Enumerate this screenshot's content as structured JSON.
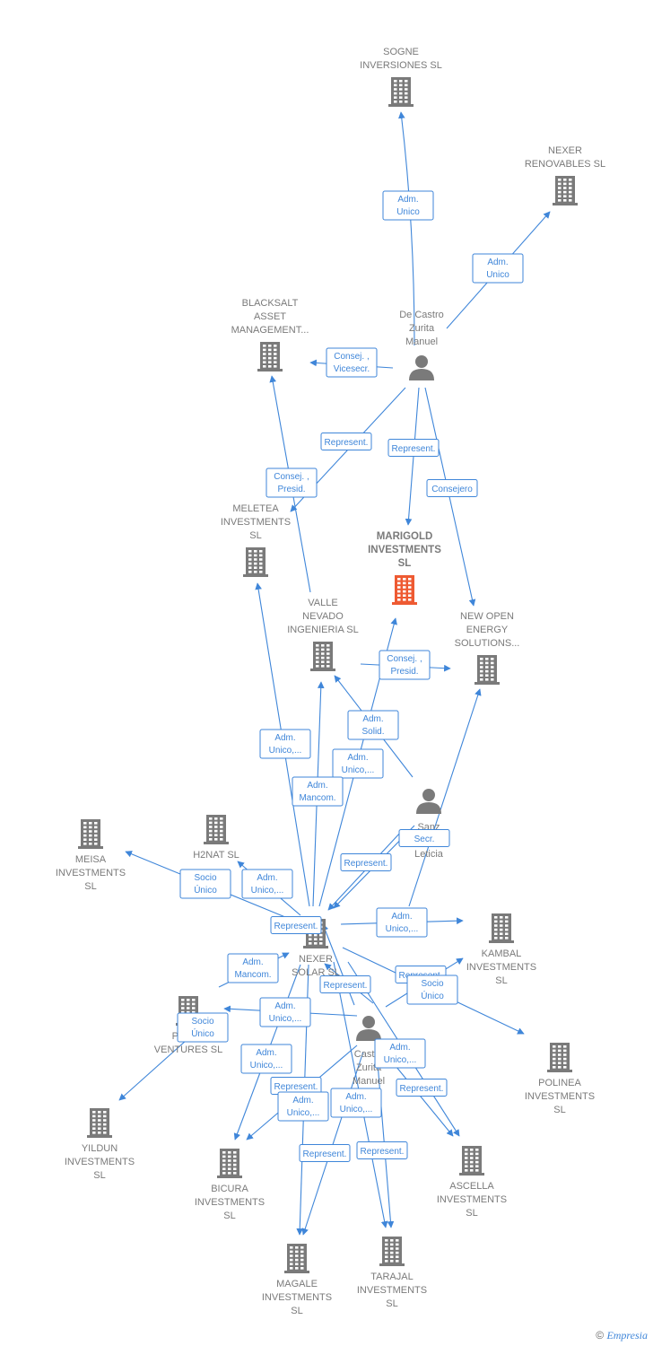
{
  "colors": {
    "edge": "#3f86d9",
    "company": "#7a7a7a",
    "company_main": "#ee5a32",
    "person": "#7a7a7a",
    "text": "#7a7a7a"
  },
  "nodes": [
    {
      "id": "sogne",
      "type": "company",
      "lines": [
        "SOGNE",
        "INVERSIONES SL"
      ]
    },
    {
      "id": "nexer_renovables",
      "type": "company",
      "lines": [
        "NEXER",
        "RENOVABLES SL"
      ]
    },
    {
      "id": "blacksalt",
      "type": "company",
      "lines": [
        "BLACKSALT",
        "ASSET",
        "MANAGEMENT..."
      ]
    },
    {
      "id": "de_castro_top",
      "type": "person",
      "lines": [
        "De Castro",
        "Zurita",
        "Manuel"
      ]
    },
    {
      "id": "meletea",
      "type": "company",
      "lines": [
        "MELETEA",
        "INVESTMENTS",
        "SL"
      ]
    },
    {
      "id": "marigold",
      "type": "company_main",
      "lines": [
        "MARIGOLD",
        "INVESTMENTS",
        "SL"
      ]
    },
    {
      "id": "valle_nevado",
      "type": "company",
      "lines": [
        "VALLE",
        "NEVADO",
        "INGENIERIA SL"
      ]
    },
    {
      "id": "new_open",
      "type": "company",
      "lines": [
        "NEW OPEN",
        "ENERGY",
        "SOLUTIONS..."
      ]
    },
    {
      "id": "sanz",
      "type": "person",
      "lines": [
        "Sanz",
        "G...a",
        "Leticia"
      ]
    },
    {
      "id": "meisa",
      "type": "company",
      "lines": [
        "MEISA",
        "INVESTMENTS",
        "SL"
      ]
    },
    {
      "id": "h2nat",
      "type": "company",
      "lines": [
        "H2NAT SL"
      ]
    },
    {
      "id": "nexer_solar",
      "type": "company",
      "lines": [
        "NEXER",
        "SOLAR SL"
      ]
    },
    {
      "id": "kambal",
      "type": "company",
      "lines": [
        "KAMBAL",
        "INVESTMENTS",
        "SL"
      ]
    },
    {
      "id": "prim",
      "type": "company",
      "lines": [
        "PRIM...",
        "VENTURES SL"
      ]
    },
    {
      "id": "castro_bottom",
      "type": "person",
      "lines": [
        "Castro",
        "Zurita",
        "Manuel"
      ]
    },
    {
      "id": "polinea",
      "type": "company",
      "lines": [
        "POLINEA",
        "INVESTMENTS",
        "SL"
      ]
    },
    {
      "id": "yildun",
      "type": "company",
      "lines": [
        "YILDUN",
        "INVESTMENTS",
        "SL"
      ]
    },
    {
      "id": "bicura",
      "type": "company",
      "lines": [
        "BICURA",
        "INVESTMENTS",
        "SL"
      ]
    },
    {
      "id": "ascella",
      "type": "company",
      "lines": [
        "ASCELLA",
        "INVESTMENTS",
        "SL"
      ]
    },
    {
      "id": "magale",
      "type": "company",
      "lines": [
        "MAGALE",
        "INVESTMENTS",
        "SL"
      ]
    },
    {
      "id": "tarajal",
      "type": "company",
      "lines": [
        "TARAJAL",
        "INVESTMENTS",
        "SL"
      ]
    }
  ],
  "edges": [
    {
      "from": "de_castro_top",
      "to": "sogne",
      "lines": [
        "Adm.",
        "Unico"
      ]
    },
    {
      "from": "de_castro_top",
      "to": "nexer_renovables",
      "lines": [
        "Adm.",
        "Unico"
      ]
    },
    {
      "from": "de_castro_top",
      "to": "blacksalt",
      "lines": [
        "Consej. ,",
        "Vicesecr."
      ]
    },
    {
      "from": "de_castro_top",
      "to": "meletea",
      "lines": [
        "Represent."
      ]
    },
    {
      "from": "de_castro_top",
      "to": "marigold",
      "lines": [
        "Represent."
      ]
    },
    {
      "from": "de_castro_top",
      "to": "new_open",
      "lines": [
        "Consejero"
      ]
    },
    {
      "from": "valle_nevado",
      "to": "blacksalt",
      "lines": [
        "Consej. ,",
        "Presid."
      ]
    },
    {
      "from": "valle_nevado",
      "to": "new_open",
      "lines": [
        "Consej. ,",
        "Presid."
      ]
    },
    {
      "from": "sanz",
      "to": "valle_nevado",
      "lines": [
        "Adm.",
        "Solid."
      ]
    },
    {
      "from": "nexer_solar",
      "to": "meletea",
      "lines": [
        "Adm.",
        "Unico,..."
      ]
    },
    {
      "from": "nexer_solar",
      "to": "marigold",
      "lines": [
        "Adm.",
        "Unico,..."
      ]
    },
    {
      "from": "nexer_solar",
      "to": "valle_nevado",
      "lines": [
        "Adm.",
        "Mancom."
      ]
    },
    {
      "from": "sanz",
      "to": "nexer_solar",
      "lines": [
        "Represent."
      ]
    },
    {
      "from": "sanz",
      "to": "nexer_solar",
      "lines": [
        "Secr."
      ]
    },
    {
      "from": "nexer_solar",
      "to": "meisa",
      "lines": [
        "Socio",
        "Único"
      ]
    },
    {
      "from": "nexer_solar",
      "to": "h2nat",
      "lines": [
        "Adm.",
        "Unico,..."
      ]
    },
    {
      "from": "castro_bottom",
      "to": "nexer_solar",
      "lines": [
        "Represent."
      ]
    },
    {
      "from": "nexer_solar",
      "to": "kambal",
      "lines": [
        "Adm.",
        "Unico,..."
      ]
    },
    {
      "from": "nexer_solar",
      "to": "new_open",
      "lines": []
    },
    {
      "from": "prim",
      "to": "nexer_solar",
      "lines": [
        "Adm.",
        "Mancom."
      ]
    },
    {
      "from": "nexer_solar",
      "to": "polinea",
      "lines": [
        "Represent."
      ]
    },
    {
      "from": "castro_bottom",
      "to": "kambal",
      "lines": [
        "Socio",
        "Único"
      ]
    },
    {
      "from": "castro_bottom",
      "to": "nexer_solar",
      "lines": [
        "Represent."
      ]
    },
    {
      "from": "castro_bottom",
      "to": "prim",
      "lines": [
        "Adm.",
        "Unico,..."
      ]
    },
    {
      "from": "prim",
      "to": "yildun",
      "lines": [
        "Socio",
        "Único"
      ]
    },
    {
      "from": "nexer_solar",
      "to": "bicura",
      "lines": [
        "Adm.",
        "Unico,..."
      ]
    },
    {
      "from": "castro_bottom",
      "to": "bicura",
      "lines": [
        "Represent."
      ]
    },
    {
      "from": "nexer_solar",
      "to": "ascella",
      "lines": [
        "Adm.",
        "Unico,..."
      ]
    },
    {
      "from": "castro_bottom",
      "to": "ascella",
      "lines": [
        "Represent."
      ]
    },
    {
      "from": "nexer_solar",
      "to": "magale",
      "lines": [
        "Adm.",
        "Unico,..."
      ]
    },
    {
      "from": "castro_bottom",
      "to": "magale",
      "lines": [
        "Represent."
      ]
    },
    {
      "from": "nexer_solar",
      "to": "tarajal",
      "lines": [
        "Adm.",
        "Unico,..."
      ]
    },
    {
      "from": "castro_bottom",
      "to": "tarajal",
      "lines": [
        "Represent."
      ]
    }
  ],
  "footer": {
    "copyright": "©",
    "brand": "Empresia"
  }
}
